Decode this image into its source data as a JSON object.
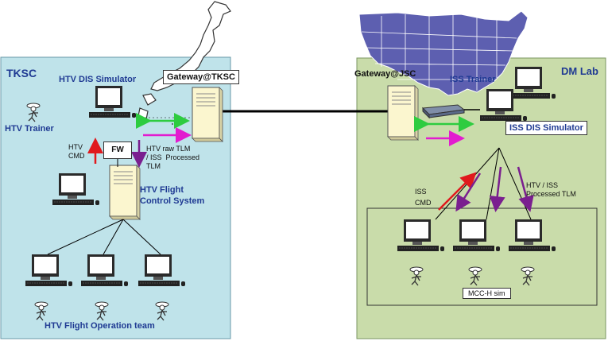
{
  "tksc": {
    "site_label": "TKSC",
    "simulator_label": "HTV DIS Simulator",
    "gateway_label": "Gateway@TKSC",
    "trainer_label": "HTV Trainer",
    "fw_label": "FW",
    "cmd_label": "HTV\nCMD",
    "tlm_label": "HTV raw TLM\n/ ISS  Processed\nTLM",
    "fcs_label": "HTV Flight\nControl System",
    "ops_team_label": "HTV Flight Operation team"
  },
  "jsc": {
    "gateway_label": "Gateway@JSC",
    "site_label": "DM Lab",
    "trainer_label": "ISS Trainer",
    "simulator_label": "ISS DIS Simulator",
    "cmd_label": "ISS\nCMD",
    "tlm_label": "HTV / ISS\nProcessed TLM",
    "mcc_label": "MCC-H  sim"
  },
  "colors": {
    "tksc_bg": "#bfe3ea",
    "jsc_bg": "#c9dcaa",
    "arrow_green": "#2ecc40",
    "arrow_magenta": "#e21ccf",
    "arrow_red": "#e0191d",
    "arrow_purple": "#7a1f8f",
    "label_navy": "#1f3a93",
    "map_fill": "#5d5fb0"
  }
}
